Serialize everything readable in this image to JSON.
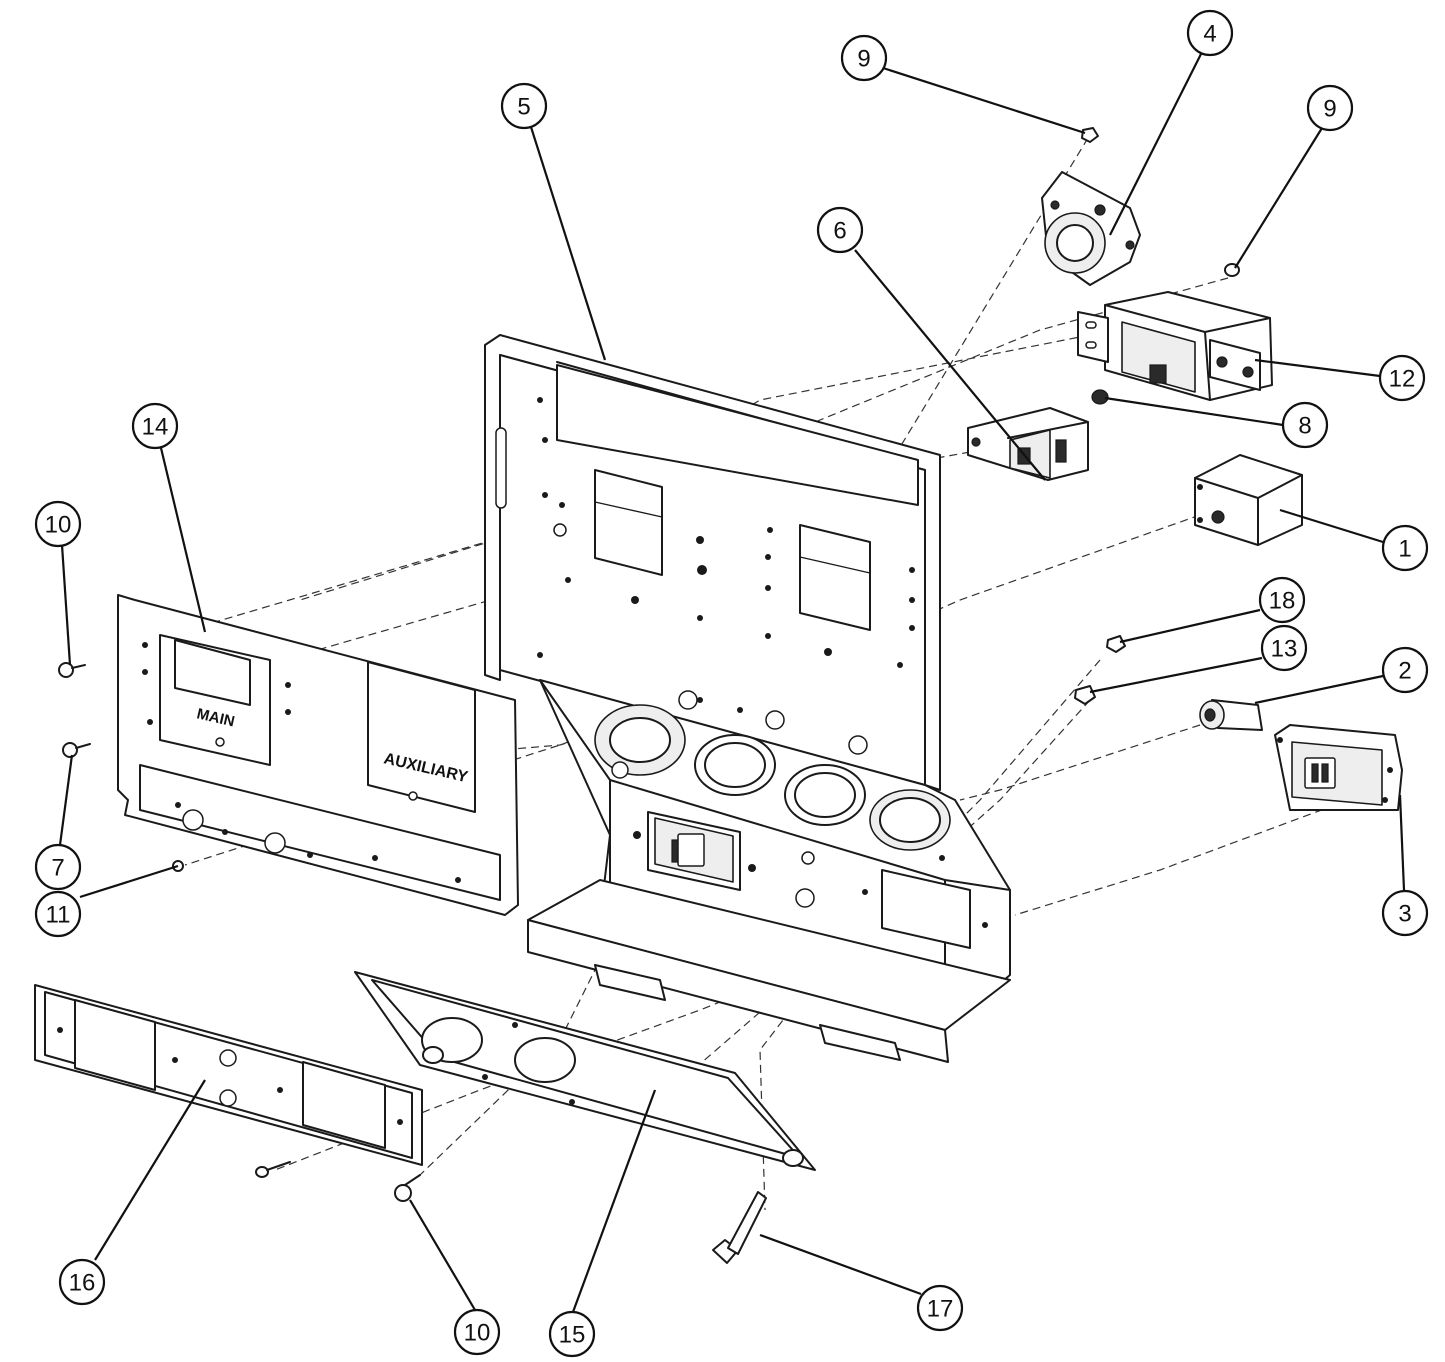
{
  "panel_labels": {
    "main": "MAIN",
    "auxiliary": "AUXILIARY"
  },
  "callouts": [
    {
      "id": "c9a",
      "label": "9"
    },
    {
      "id": "c4",
      "label": "4"
    },
    {
      "id": "c9b",
      "label": "9"
    },
    {
      "id": "c5",
      "label": "5"
    },
    {
      "id": "c6",
      "label": "6"
    },
    {
      "id": "c12",
      "label": "12"
    },
    {
      "id": "c8",
      "label": "8"
    },
    {
      "id": "c14",
      "label": "14"
    },
    {
      "id": "c10a",
      "label": "10"
    },
    {
      "id": "c1",
      "label": "1"
    },
    {
      "id": "c18",
      "label": "18"
    },
    {
      "id": "c13",
      "label": "13"
    },
    {
      "id": "c2",
      "label": "2"
    },
    {
      "id": "c7",
      "label": "7"
    },
    {
      "id": "c3",
      "label": "3"
    },
    {
      "id": "c11",
      "label": "11"
    },
    {
      "id": "c16",
      "label": "16"
    },
    {
      "id": "c10b",
      "label": "10"
    },
    {
      "id": "c15",
      "label": "15"
    },
    {
      "id": "c17",
      "label": "17"
    }
  ]
}
